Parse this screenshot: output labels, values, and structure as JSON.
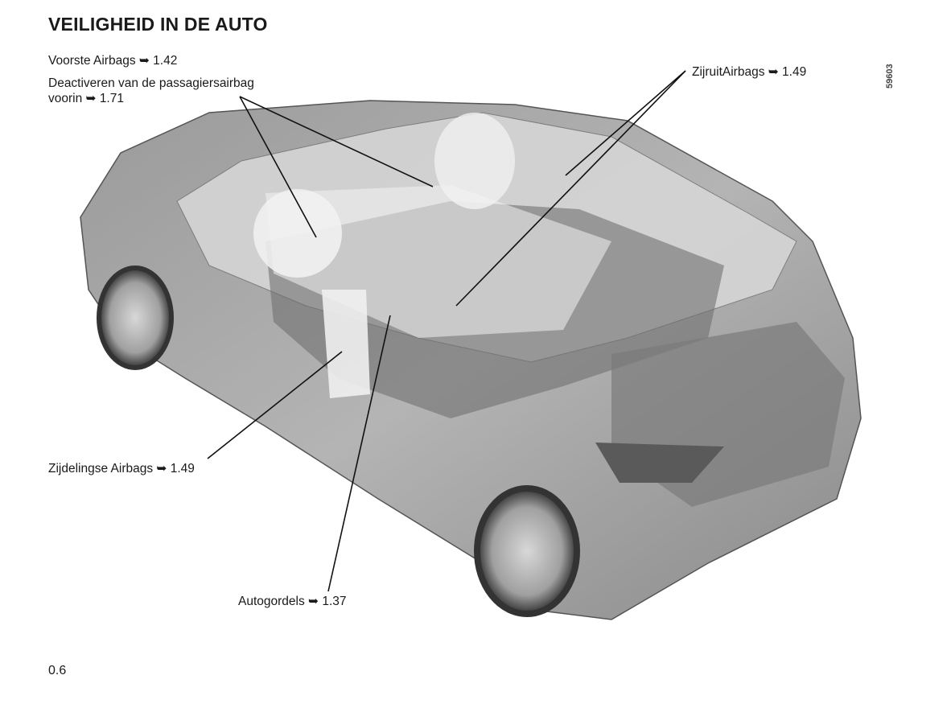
{
  "title": "VEILIGHEID IN DE AUTO",
  "figure_id": "59603",
  "labels": {
    "front_airbags": "Voorste Airbags ➥ 1.42",
    "deactivate_line1": "Deactiveren van de passagiersairbag",
    "deactivate_line2": "voorin ➥ 1.71",
    "curtain_airbags": "ZijruitAirbags ➥ 1.49",
    "side_airbags": "Zijdelingse Airbags ➥ 1.49",
    "seat_belts": "Autogordels ➥ 1.37"
  },
  "page_number": "0.6"
}
